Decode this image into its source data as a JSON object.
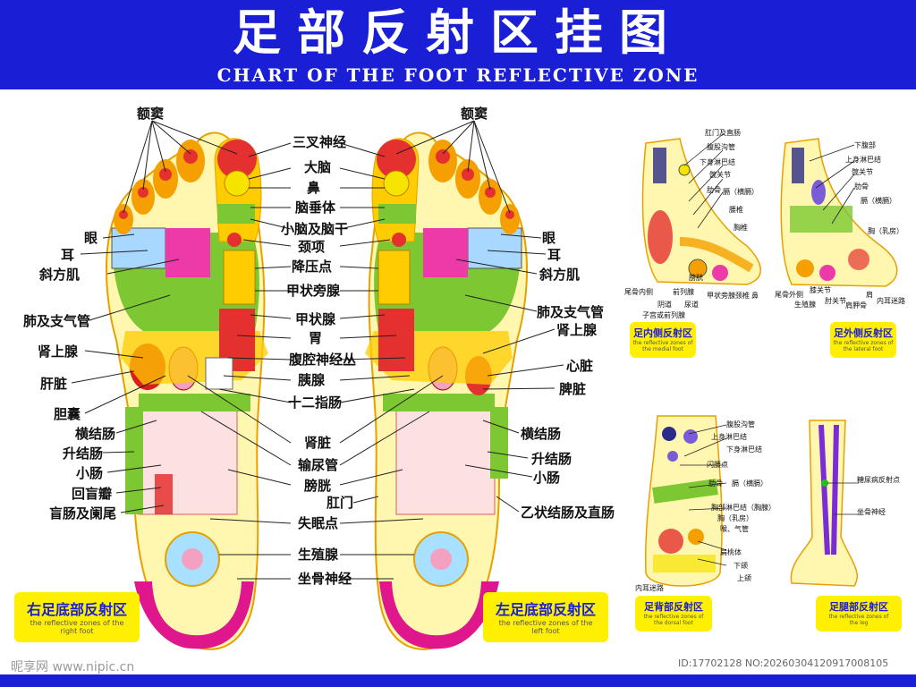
{
  "header": {
    "title_cn": "足部反射区挂图",
    "title_en": "CHART OF THE FOOT REFLECTIVE ZONE"
  },
  "colors": {
    "header_bg": "#1a1fd6",
    "caption_bg": "#ffef00",
    "caption_text": "#1a1fd6",
    "heel_pink": "#e0168c",
    "lung_green": "#7dc832",
    "toe_orange": "#f5a000"
  },
  "center_labels": [
    "额窦",
    "三叉神经",
    "大脑",
    "鼻",
    "脑垂体",
    "小脑及脑干",
    "颈项",
    "降压点",
    "甲状旁腺",
    "甲状腺",
    "胃",
    "腹腔神经丛",
    "胰腺",
    "十二指肠",
    "肾脏",
    "输尿管",
    "膀胱",
    "肛门",
    "失眠点",
    "生殖腺",
    "坐骨神经"
  ],
  "right_foot_labels": {
    "top": "额窦",
    "left": [
      "眼",
      "耳",
      "斜方肌",
      "肺及支气管",
      "肾上腺",
      "肝脏",
      "胆囊",
      "横结肠",
      "升结肠",
      "小肠",
      "回盲瓣",
      "盲肠及阑尾"
    ]
  },
  "left_foot_labels": {
    "top": "额窦",
    "right": [
      "眼",
      "耳",
      "斜方肌",
      "肺及支气管",
      "肾上腺",
      "心脏",
      "脾脏",
      "横结肠",
      "升结肠",
      "小肠",
      "乙状结肠及直肠"
    ]
  },
  "captions": {
    "right_foot": {
      "title": "右足底部反射区",
      "sub1": "the reflective zones of the",
      "sub2": "right foot"
    },
    "left_foot": {
      "title": "左足底部反射区",
      "sub1": "the reflective zones of the",
      "sub2": "left foot"
    },
    "medial": {
      "title": "足内侧反射区",
      "sub1": "the reflective zones of",
      "sub2": "the medial foot"
    },
    "lateral": {
      "title": "足外侧反射区",
      "sub1": "the reflective zones of",
      "sub2": "the lateral foot"
    },
    "dorsal": {
      "title": "足背部反射区",
      "sub1": "the reflective zones of",
      "sub2": "the dorsal foot"
    },
    "leg": {
      "title": "足腿部反射区",
      "sub1": "the reflective zones of",
      "sub2": "the leg"
    }
  },
  "medial_labels": [
    "肛门及直肠",
    "腹股沟管",
    "下身淋巴结",
    "髋关节",
    "肋骨",
    "膈（横膈）",
    "腰椎",
    "胸椎",
    "膀胱",
    "尾骨内侧",
    "前列腺",
    "阴道",
    "尿道",
    "子宫或前列腺",
    "甲状旁腺",
    "颈椎",
    "鼻"
  ],
  "lateral_labels": [
    "下腹部",
    "上身淋巴结",
    "髋关节",
    "肋骨",
    "膈（横膈）",
    "胸（乳房）",
    "尾骨外侧",
    "膝关节",
    "肘关节",
    "生殖腺",
    "肩胛骨",
    "肩",
    "内耳迷路"
  ],
  "dorsal_labels": [
    "腹股沟管",
    "上身淋巴结",
    "下身淋巴结",
    "闪腰点",
    "肋骨",
    "膈（横膈）",
    "胸部淋巴结（胸腺）",
    "胸（乳房）",
    "喉、气管",
    "扁桃体",
    "下颌",
    "上颌",
    "内耳迷路"
  ],
  "leg_labels": [
    "糖尿病反射点",
    "坐骨神经"
  ],
  "watermark": {
    "left": "昵享网 www.nipic.cn",
    "right": "ID:17702128 NO:20260304120917008105"
  }
}
